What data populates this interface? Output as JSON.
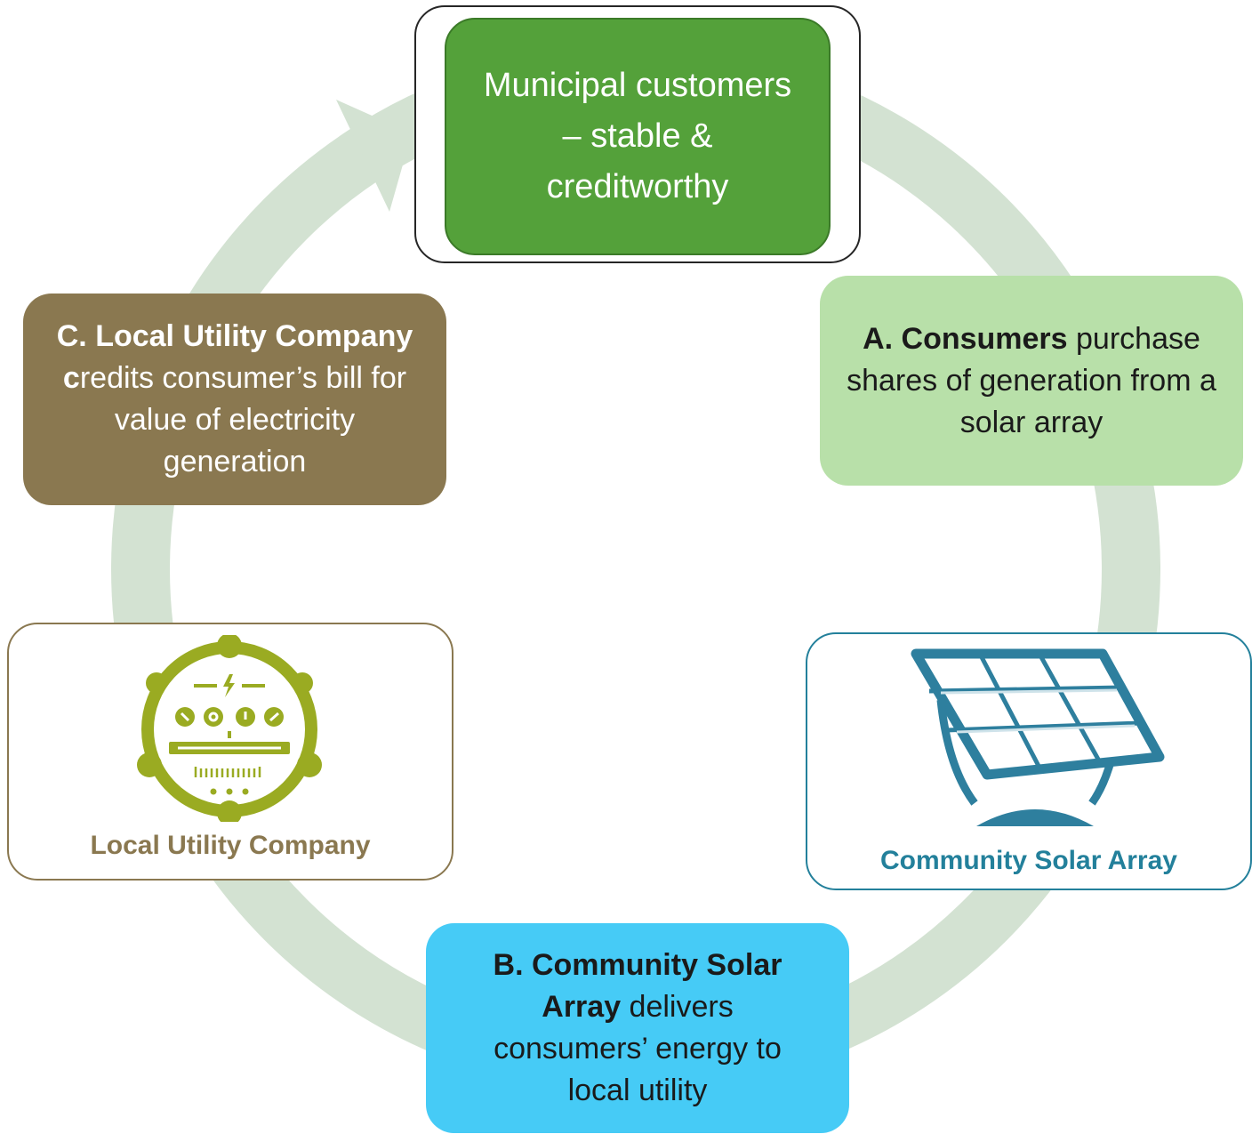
{
  "center": {
    "text": "Municipal customers – stable & creditworthy"
  },
  "step_a": {
    "bold": "A. Consumers",
    "rest": " purchase shares of generation from a solar array"
  },
  "step_b": {
    "bold": "B. Community Solar Array",
    "rest": " delivers consumers’ energy to local utility"
  },
  "step_c": {
    "bold": "C. Local Utility Company",
    "bold_c": "c",
    "rest": "redits consumer’s bill for value of electricity generation"
  },
  "utility_card": {
    "label": "Local Utility Company",
    "icon": "electric-meter-icon"
  },
  "solar_card": {
    "label": "Community Solar Array",
    "icon": "solar-panel-icon"
  },
  "colors": {
    "ring": "#d3e2d2",
    "center_fill": "#54a13a",
    "step_a_fill": "#b8e0a9",
    "step_b_fill": "#46cbf6",
    "step_c_fill": "#8a7850",
    "meter_green": "#9aab22",
    "solar_blue": "#2e7f9e"
  }
}
